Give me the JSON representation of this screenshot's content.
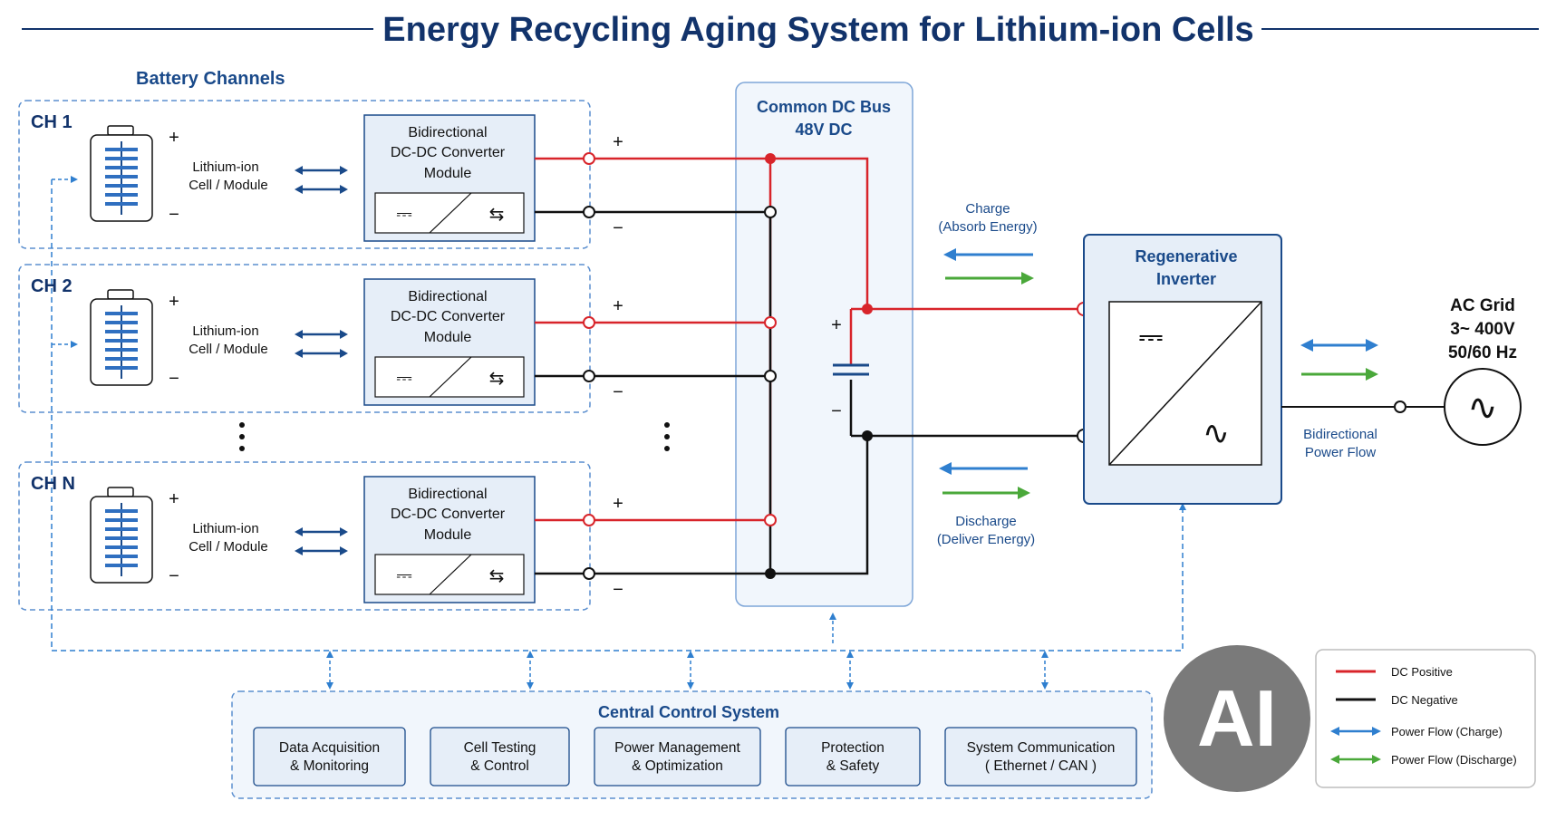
{
  "title": "Energy Recycling Aging System for Lithium-ion Cells",
  "battery_section_label": "Battery Channels",
  "channels": [
    {
      "id": "CH 1",
      "cell_line1": "Lithium-ion",
      "cell_line2": "Cell / Module",
      "conv_line1": "Bidirectional",
      "conv_line2": "DC-DC Converter",
      "conv_line3": "Module"
    },
    {
      "id": "CH 2",
      "cell_line1": "Lithium-ion",
      "cell_line2": "Cell / Module",
      "conv_line1": "Bidirectional",
      "conv_line2": "DC-DC Converter",
      "conv_line3": "Module"
    },
    {
      "id": "CH N",
      "cell_line1": "Lithium-ion",
      "cell_line2": "Cell / Module",
      "conv_line1": "Bidirectional",
      "conv_line2": "DC-DC Converter",
      "conv_line3": "Module"
    }
  ],
  "signs": {
    "plus": "+",
    "minus": "−",
    "dc": "⎓",
    "ac": "∿",
    "bi": "⇆"
  },
  "bus": {
    "line1": "Common DC Bus",
    "line2": "48V DC"
  },
  "charge": {
    "line1": "Charge",
    "line2": "(Absorb Energy)"
  },
  "discharge": {
    "line1": "Discharge",
    "line2": "(Deliver Energy)"
  },
  "inverter": {
    "line1": "Regenerative",
    "line2": "Inverter"
  },
  "grid": {
    "line1": "AC Grid",
    "line2": "3~ 400V",
    "line3": "50/60 Hz"
  },
  "bidir": {
    "line1": "Bidirectional",
    "line2": "Power Flow"
  },
  "control": {
    "title": "Central Control System",
    "modules": [
      {
        "line1": "Data Acquisition",
        "line2": "& Monitoring"
      },
      {
        "line1": "Cell Testing",
        "line2": "& Control"
      },
      {
        "line1": "Power Management",
        "line2": "& Optimization"
      },
      {
        "line1": "Protection",
        "line2": "& Safety"
      },
      {
        "line1": "System Communication",
        "line2": "( Ethernet / CAN )"
      }
    ]
  },
  "badge": "AI",
  "legend": [
    {
      "label": "DC Positive",
      "color": "#d8242a"
    },
    {
      "label": "DC Negative",
      "color": "#111111"
    },
    {
      "label": "Power Flow (Charge)",
      "color": "#2f7fcf"
    },
    {
      "label": "Power Flow (Discharge)",
      "color": "#4aa83a"
    }
  ],
  "colors": {
    "positive": "#d8242a",
    "negative": "#111111",
    "charge": "#2f7fcf",
    "discharge": "#4aa83a",
    "navy": "#1a4a8a",
    "box_fill": "#e6eef8"
  }
}
